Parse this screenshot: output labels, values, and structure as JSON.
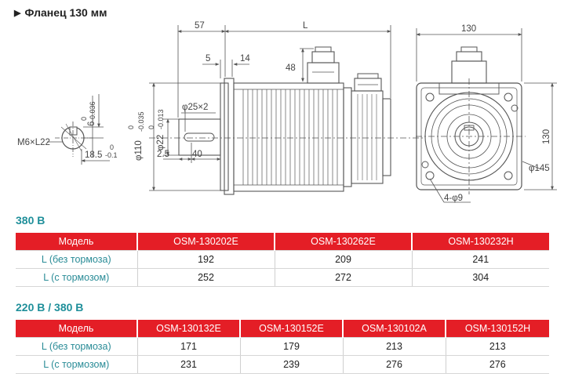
{
  "heading": {
    "arrow": "▶",
    "title": "Фланец 130 мм"
  },
  "drawing": {
    "shaft_view": {
      "thread": "M6×L22",
      "keyway_height": "6",
      "keyway_tol": "-0.036",
      "key_offset": "18.5",
      "key_offset_tol": "-0.1",
      "zero_a": "0",
      "zero_b": "0"
    },
    "side_view": {
      "dim_57": "57",
      "dim_L": "L",
      "dim_5": "5",
      "dim_14": "14",
      "dim_48": "48",
      "dim_key": "φ25×2",
      "dim_shaft": "φ22",
      "dim_shaft_tol": "-0.013",
      "dim_flange": "φ110",
      "dim_flange_tol": "-0.035",
      "dim_2_5": "2.5",
      "dim_40": "40",
      "zero_c": "0",
      "zero_d": "0"
    },
    "front_view": {
      "dim_130_top": "130",
      "dim_130_side": "130",
      "dim_145": "φ145",
      "dim_holes": "4-φ9"
    }
  },
  "section_380": {
    "title": "380 В",
    "headers": [
      "Модель",
      "OSM-130202E",
      "OSM-130262E",
      "OSM-130232H"
    ],
    "rows": [
      {
        "label": "L (без тормоза)",
        "values": [
          "192",
          "209",
          "241"
        ]
      },
      {
        "label": "L (с тормозом)",
        "values": [
          "252",
          "272",
          "304"
        ]
      }
    ]
  },
  "section_220_380": {
    "title": "220 В / 380 В",
    "headers": [
      "Модель",
      "OSM-130132E",
      "OSM-130152E",
      "OSM-130102A",
      "OSM-130152H"
    ],
    "rows": [
      {
        "label": "L (без тормоза)",
        "values": [
          "171",
          "179",
          "213",
          "213"
        ]
      },
      {
        "label": "L (с тормозом)",
        "values": [
          "231",
          "239",
          "276",
          "276"
        ]
      }
    ]
  },
  "colors": {
    "header_red": "#e41e26",
    "section_teal": "#1f8f9a",
    "label_teal": "#2a8c97"
  }
}
